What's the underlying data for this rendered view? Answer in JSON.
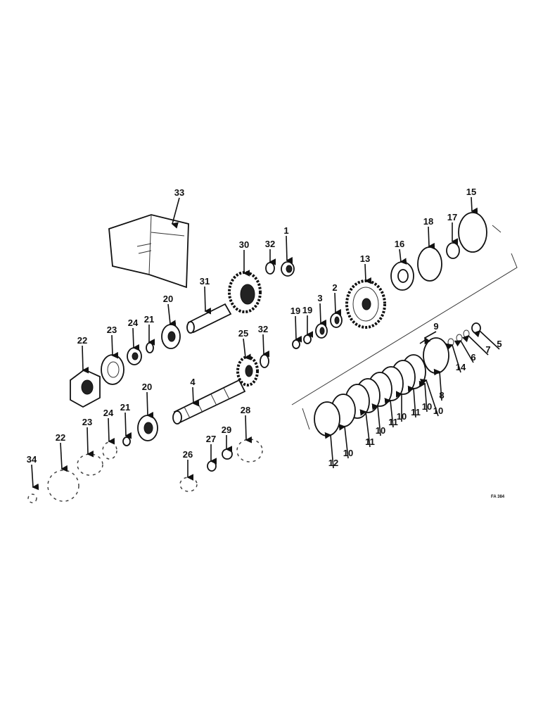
{
  "diagram": {
    "figure_code": "FA 384",
    "callouts": [
      "33",
      "15",
      "18",
      "17",
      "16",
      "1",
      "32",
      "30",
      "13",
      "31",
      "2",
      "3",
      "19",
      "19",
      "9",
      "20",
      "21",
      "24",
      "23",
      "22",
      "25",
      "32",
      "5",
      "7",
      "6",
      "14",
      "8",
      "4",
      "20",
      "21",
      "24",
      "23",
      "22",
      "34",
      "28",
      "29",
      "27",
      "26",
      "12",
      "10",
      "11",
      "10",
      "11",
      "10",
      "11",
      "10",
      "10"
    ]
  }
}
